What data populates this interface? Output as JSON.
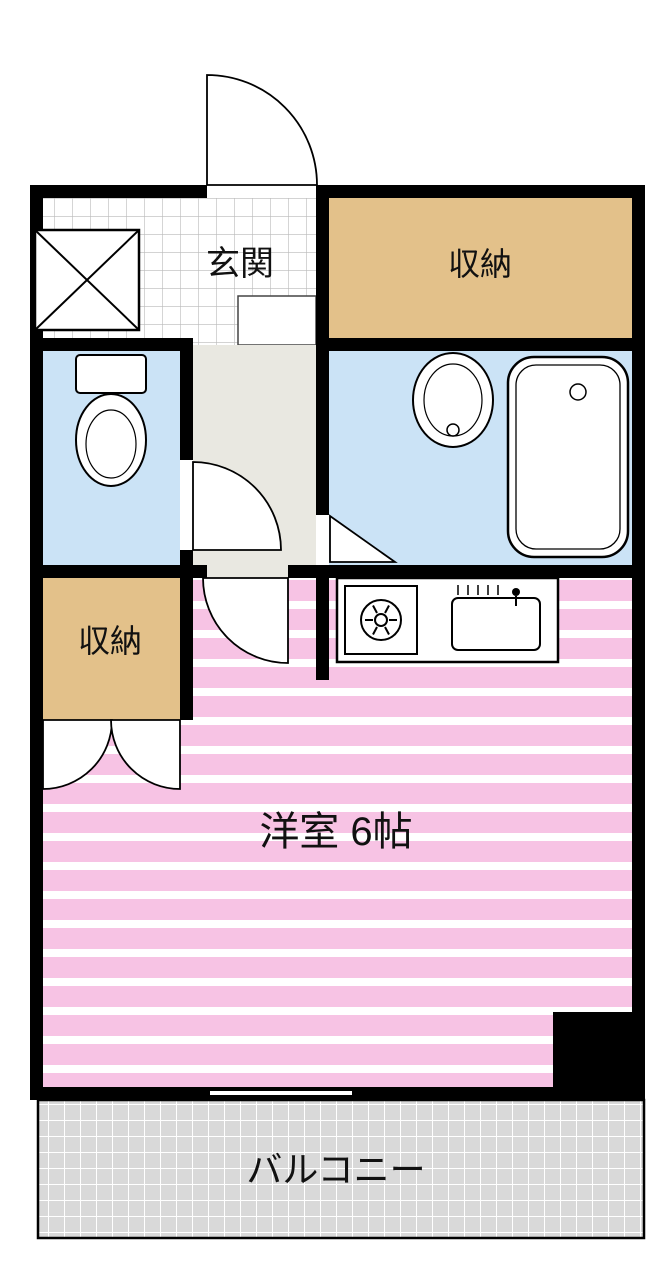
{
  "labels": {
    "genkan": "玄関",
    "storage_top": "収納",
    "storage_left": "収納",
    "main_room": "洋室 6帖",
    "balcony": "バルコニー"
  },
  "colors": {
    "room_pink": "#f7c3e4",
    "storage_tan": "#e3c18a",
    "wet_blue": "#cbe3f6",
    "hall_gray": "#e9e8e1",
    "balcony_gray": "#d9d9d9",
    "tile_line": "#b9b9b9",
    "wall": "#000000"
  }
}
